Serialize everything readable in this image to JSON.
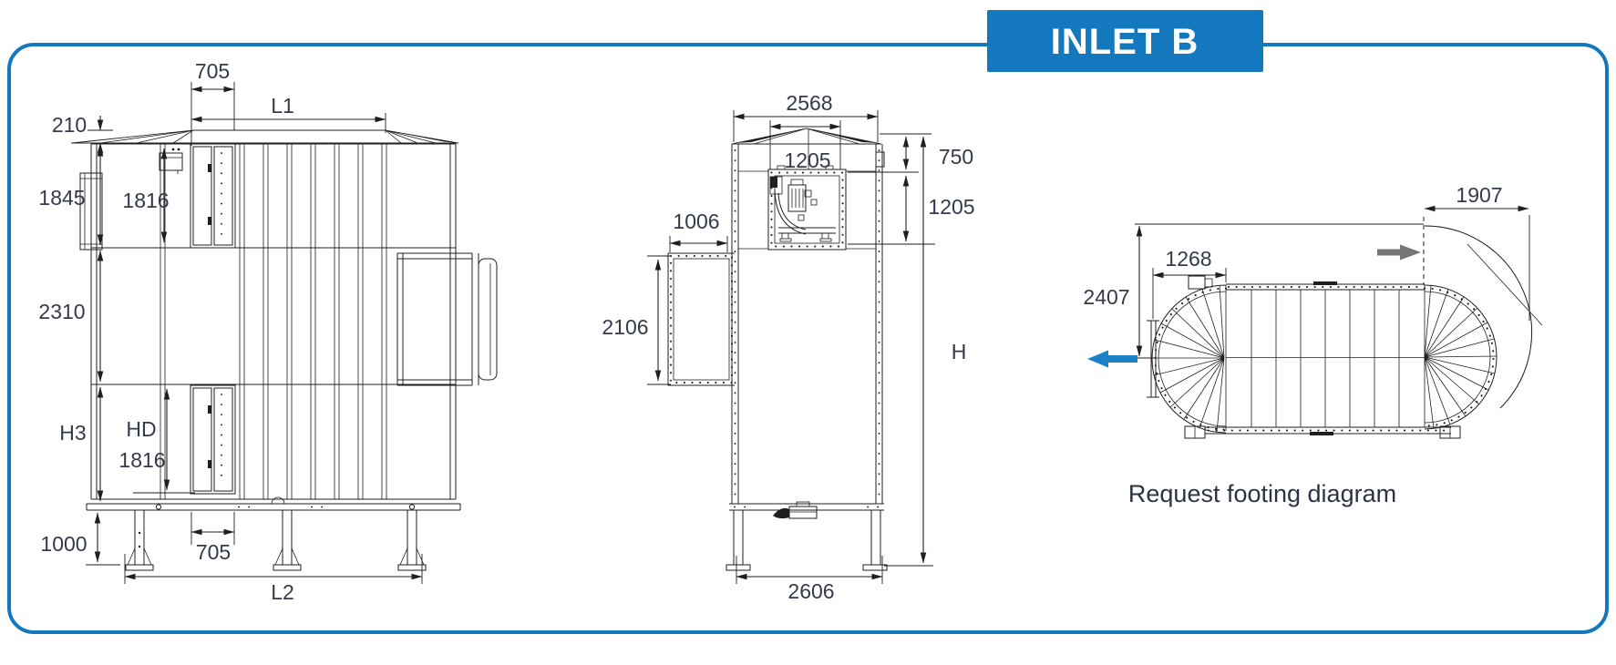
{
  "banner": {
    "label": "INLET B"
  },
  "caption": "Request footing diagram",
  "colors": {
    "accent": "#1478BE",
    "dim_text": "#333A4B",
    "line": "#1F1F1F",
    "flow_arrow_blue": "#1C82C8",
    "flow_arrow_gray": "#757575"
  },
  "icons": {
    "flow_out": "left-flow-arrow-icon",
    "flow_in": "right-flow-arrow-icon"
  },
  "views": {
    "side": {
      "dims": {
        "top_opening_width": "705",
        "roof_length": "L1",
        "roof_height": "210",
        "upper_section_height": "1845",
        "upper_door_height": "1816",
        "mid_section_height": "2310",
        "hopper_section_height": "H3",
        "lower_door_label": "HD",
        "lower_door_height": "1816",
        "leg_height": "1000",
        "bottom_opening_width": "705",
        "base_length": "L2"
      }
    },
    "front": {
      "dims": {
        "overall_width": "2568",
        "panel_width": "1205",
        "roof_to_panel": "750",
        "panel_height": "1205",
        "inlet_width": "1006",
        "inlet_height": "2106",
        "overall_height": "H",
        "base_width": "2606"
      }
    },
    "top": {
      "dims": {
        "inlet_to_center": "1268",
        "overall_depth": "2407",
        "door_swing": "1907"
      }
    }
  }
}
